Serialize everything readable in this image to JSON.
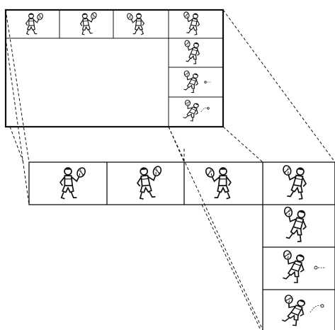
{
  "diagram": {
    "top_figure": {
      "frames_top_row": [
        {
          "pose": "stance-forehand"
        },
        {
          "pose": "step-forward"
        },
        {
          "pose": "racket-back"
        },
        {
          "pose": "lunge"
        }
      ],
      "frames_right_column": [
        {
          "pose": "stride-swing"
        },
        {
          "pose": "crouch-hit"
        },
        {
          "pose": "low-follow-through"
        }
      ]
    },
    "bottom_figure": {
      "frames_top_row": [
        {
          "pose": "stance-forehand"
        },
        {
          "pose": "step-forward"
        },
        {
          "pose": "racket-back"
        },
        {
          "pose": "lunge"
        }
      ],
      "frames_right_column": [
        {
          "pose": "stride-swing"
        },
        {
          "pose": "crouch-hit"
        },
        {
          "pose": "low-follow-through"
        }
      ]
    },
    "connector_style": "dashed",
    "icon": "tennis-player-icon",
    "colors": {
      "line": "#111111",
      "background": "#ffffff"
    }
  }
}
